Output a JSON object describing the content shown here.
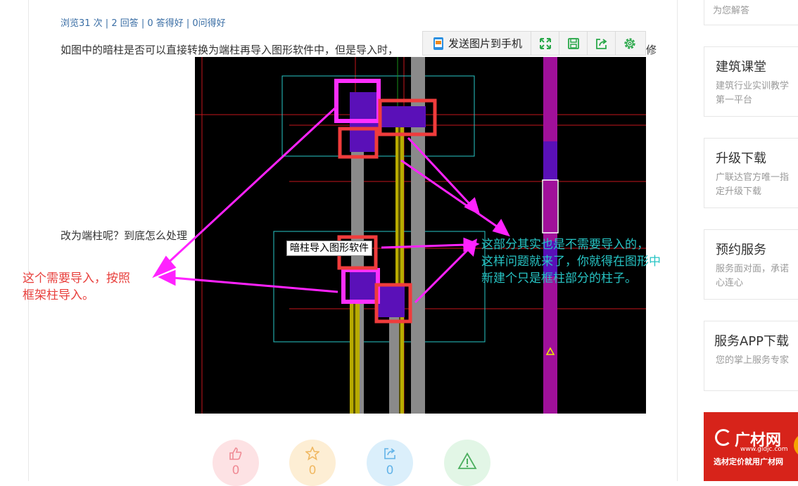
{
  "question": {
    "stats": "浏览31 次 | 2 回答 | 0 答得好 | 0问得好",
    "para1": "如图中的暗柱是否可以直接转换为端柱再导入图形软件中，但是导入时，",
    "para1_tail": "修",
    "para2": "改为端柱呢？到底怎么处理"
  },
  "figure": {
    "tooltip": "暗柱导入图形软件"
  },
  "image_toolbar": {
    "send_label": "发送图片到手机"
  },
  "annotations": {
    "left": [
      "这个需要导入，按照",
      "框架柱导入。"
    ],
    "right": [
      "这部分其实也是不需要导入的，",
      "这样问题就来了，你就得在图形中",
      "新建个只是框柱部分的柱子。"
    ]
  },
  "actions": [
    {
      "icon": "thumbs-up-icon",
      "count": "0",
      "bg": "#fde2e4",
      "color": "#f08a94"
    },
    {
      "icon": "star-icon",
      "count": "0",
      "bg": "#fdeed4",
      "color": "#f0b862"
    },
    {
      "icon": "share-icon",
      "count": "0",
      "bg": "#dbeffb",
      "color": "#62b3e8"
    },
    {
      "icon": "warning-icon",
      "count": "",
      "bg": "#e2f6e6",
      "color": "#4caf60"
    }
  ],
  "sidebar": {
    "top_desc": "为您解答",
    "cards": [
      {
        "title": "建筑课堂",
        "desc": "建筑行业实训教学第一平台"
      },
      {
        "title": "升级下载",
        "desc": "广联达官方唯一指定升级下载"
      },
      {
        "title": "预约服务",
        "desc": "服务面对面，承诺心连心"
      },
      {
        "title": "服务APP下载",
        "desc": "您的掌上服务专家"
      }
    ],
    "ad": {
      "brand": "广材网",
      "url": "www.gldjc.com",
      "slogan": "选材定价就用广材网"
    }
  },
  "colors": {
    "link": "#3a6ea5",
    "annotation_red": "#e8403d",
    "annotation_cyan": "#27c4c4",
    "arrow_magenta": "#ff22ff",
    "ad_red": "#d7231a"
  }
}
